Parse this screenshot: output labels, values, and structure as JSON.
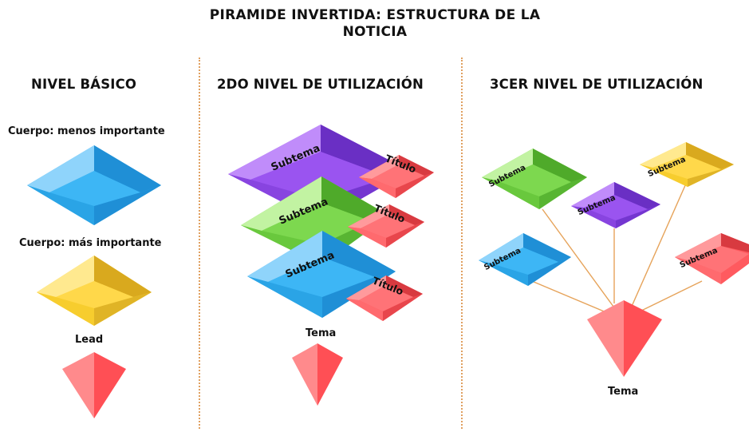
{
  "title_line1": "PIRAMIDE INVERTIDA: ESTRUCTURA DE LA",
  "title_line2": "NOTICIA",
  "basic": {
    "heading": "NIVEL BÁSICO",
    "body_less": "Cuerpo: menos importante",
    "body_more": "Cuerpo: más importante",
    "lead": "Lead"
  },
  "level2": {
    "heading": "2DO NIVEL DE UTILIZACIÓN",
    "subtopic": "Subtema",
    "title": "Título",
    "topic": "Tema"
  },
  "level3": {
    "heading": "3CER NIVEL DE UTILIZACIÓN",
    "subtopic": "Subtema",
    "topic": "Tema"
  },
  "colors": {
    "blue": "#3db6f5",
    "yellow": "#ffd84a",
    "red": "#ff5a5f",
    "green": "#7dd84f",
    "purple": "#9a54f0",
    "connector": "#e6a35a"
  }
}
